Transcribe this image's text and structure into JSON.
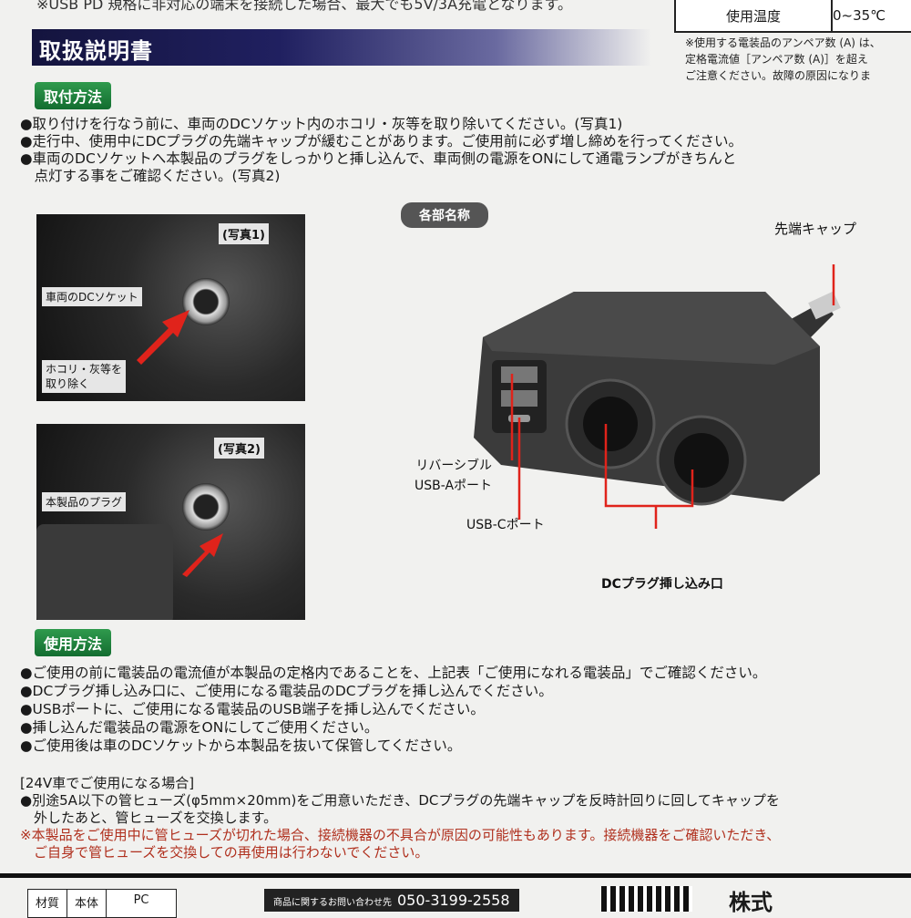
{
  "top_note": "※USB PD 規格に非対応の端末を接続した場合、最大でも5V/3A充電となります。",
  "spec_table": {
    "key": "使用温度",
    "value": "0~35℃"
  },
  "right_note": [
    "※使用する電装品のアンペア数 (A) は、",
    "定格電流値［アンペア数 (A)］を超え",
    "ご注意ください。故障の原因になりま"
  ],
  "title": "取扱説明書",
  "install": {
    "heading": "取付方法",
    "bullets": [
      "●取り付けを行なう前に、車両のDCソケット内のホコリ・灰等を取り除いてください。(写真1)",
      "●走行中、使用中にDCプラグの先端キャップが緩むことがあります。ご使用前に必ず増し締めを行ってください。",
      "●車両のDCソケットへ本製品のプラグをしっかりと挿し込んで、車両側の電源をONにして通電ランプがきちんと",
      "　点灯する事をご確認ください。(写真2)"
    ]
  },
  "photo1": {
    "caption": "(写真1)",
    "label1": "車両のDCソケット",
    "label2a": "ホコリ・灰等を",
    "label2b": "取り除く"
  },
  "photo2": {
    "caption": "(写真2)",
    "label1": "本製品のプラグ"
  },
  "parts": {
    "heading": "各部名称",
    "tip_cap": "先端キャップ",
    "usb_a_1": "リバーシブル",
    "usb_a_2": "USB-Aポート",
    "usb_c": "USB-Cポート",
    "dc_port": "DCプラグ挿し込み口"
  },
  "usage": {
    "heading": "使用方法",
    "bullets": [
      "●ご使用の前に電装品の電流値が本製品の定格内であることを、上記表「ご使用になれる電装品」でご確認ください。",
      "●DCプラグ挿し込み口に、ご使用になる電装品のDCプラグを挿し込んでください。",
      "●USBポートに、ご使用になる電装品のUSB端子を挿し込んでください。",
      "●挿し込んだ電装品の電源をONにしてご使用ください。",
      "●ご使用後は車のDCソケットから本製品を抜いて保管してください。"
    ]
  },
  "v24": {
    "heading": "[24V車でご使用になる場合]",
    "line1": "●別途5A以下の管ヒューズ(φ5mm×20mm)をご用意いただき、DCプラグの先端キャップを反時計回りに回してキャップを",
    "line2": "　外したあと、管ヒューズを交換します。",
    "warn1": "※本製品をご使用中に管ヒューズが切れた場合、接続機器の不具合が原因の可能性もあります。接続機器をご確認いただき、",
    "warn2": "　ご自身で管ヒューズを交換しての再使用は行わないでください。"
  },
  "footer": {
    "material": [
      "材質",
      "本体",
      "PC"
    ],
    "contact_label": "商品に関するお問い合わせ先",
    "phone": "050-3199-2558",
    "company": "株式"
  },
  "colors": {
    "band": "#1a1a50",
    "green": "#1f8040",
    "warn": "#b0301e"
  }
}
